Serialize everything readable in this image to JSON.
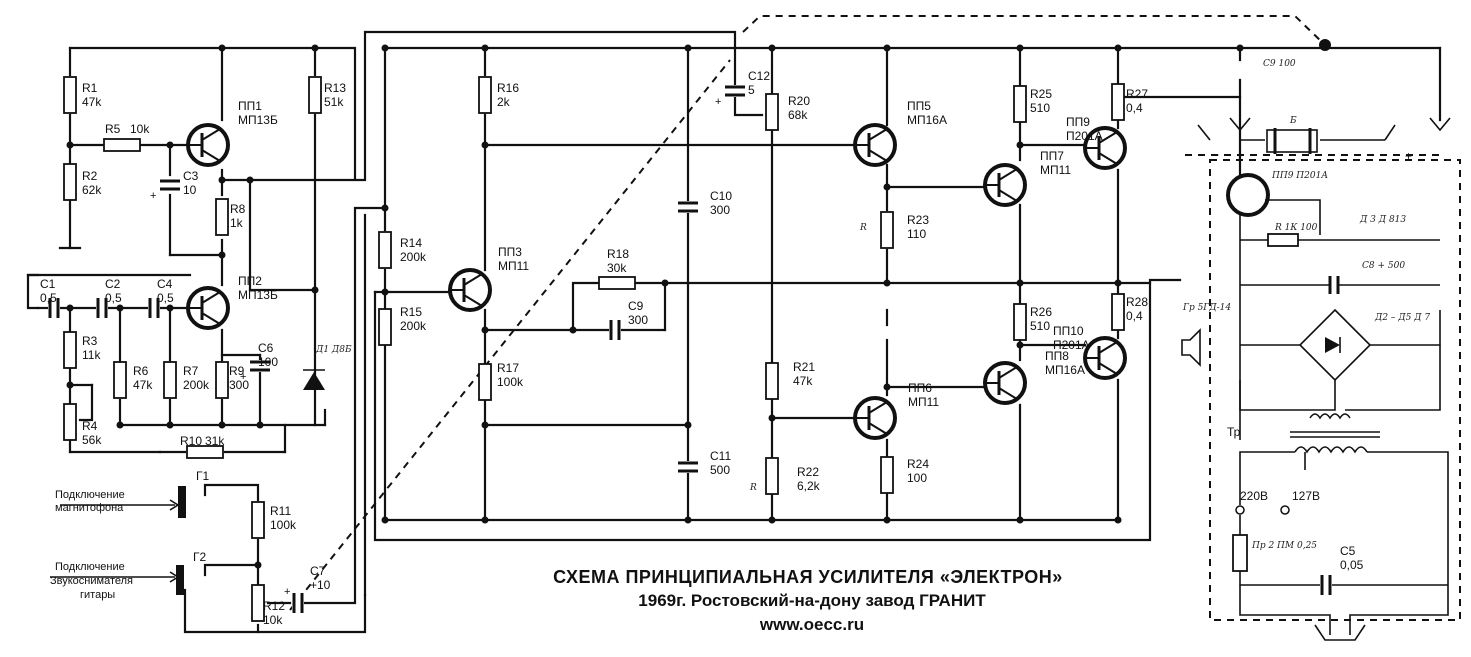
{
  "title": {
    "line1": "СХЕМА ПРИНЦИПИАЛЬНАЯ УСИЛИТЕЛЯ «ЭЛЕКТРОН»",
    "line2": "1969г. Ростовский-на-дону завод ГРАНИТ",
    "line3": "www.oecc.ru"
  },
  "inputs": {
    "tape": [
      "Подключение",
      "магнитофона"
    ],
    "guitar": [
      "Подключение",
      "Звукоснимателя",
      "гитары"
    ],
    "g1": "Г1",
    "g2": "Г2"
  },
  "transformer": {
    "label": "Тр",
    "tap220": "220В",
    "tap127": "127В"
  },
  "battery": {
    "minus": "-",
    "plus": "+"
  },
  "handwritten": {
    "c_top": "С9 100",
    "b_lbl": "Б",
    "t_psu": "ПП9 П201А",
    "r_psu": "R 1К 100",
    "d_psu": "Д 3 Д 813",
    "c_psu": "С8 + 500",
    "bridge": "Д2 – Д5 Д 7",
    "fuse": "Пр 2 ПМ 0,25",
    "speaker": "Гр 5ГД-14",
    "diode_left": "Д1 Д8Б",
    "pot_r23": "R",
    "pot_r22": "R"
  },
  "components": [
    {
      "id": "r1",
      "name": "R1",
      "value": "47k"
    },
    {
      "id": "r2",
      "name": "R2",
      "value": "62k"
    },
    {
      "id": "r5",
      "name": "R5",
      "value": "10k"
    },
    {
      "id": "pp1",
      "name": "ПП1",
      "value": "МП13Б"
    },
    {
      "id": "c3",
      "name": "C3",
      "value": "10"
    },
    {
      "id": "r8",
      "name": "R8",
      "value": "1k"
    },
    {
      "id": "r13",
      "name": "R13",
      "value": "51k"
    },
    {
      "id": "c1",
      "name": "C1",
      "value": "0,5"
    },
    {
      "id": "c2",
      "name": "C2",
      "value": "0,5"
    },
    {
      "id": "c4",
      "name": "C4",
      "value": "0,5"
    },
    {
      "id": "pp2",
      "name": "ПП2",
      "value": "МП13Б"
    },
    {
      "id": "r3",
      "name": "R3",
      "value": "11k"
    },
    {
      "id": "r4",
      "name": "R4",
      "value": "56k"
    },
    {
      "id": "r6",
      "name": "R6",
      "value": "47k"
    },
    {
      "id": "r7",
      "name": "R7",
      "value": "200k"
    },
    {
      "id": "r9",
      "name": "R9",
      "value": "300"
    },
    {
      "id": "c6",
      "name": "C6",
      "value": "100"
    },
    {
      "id": "r10",
      "name": "R10",
      "value": "31k"
    },
    {
      "id": "r11",
      "name": "R11",
      "value": "100k"
    },
    {
      "id": "r12",
      "name": "R12",
      "value": "10k"
    },
    {
      "id": "c7",
      "name": "C7",
      "value": "+10"
    },
    {
      "id": "r14",
      "name": "R14",
      "value": "200k"
    },
    {
      "id": "r15",
      "name": "R15",
      "value": "200k"
    },
    {
      "id": "pp3",
      "name": "ПП3",
      "value": "МП11"
    },
    {
      "id": "r16",
      "name": "R16",
      "value": "2k"
    },
    {
      "id": "r17",
      "name": "R17",
      "value": "100k"
    },
    {
      "id": "r18",
      "name": "R18",
      "value": "30k"
    },
    {
      "id": "c9",
      "name": "C9",
      "value": "300"
    },
    {
      "id": "c10",
      "name": "C10",
      "value": "300"
    },
    {
      "id": "c11",
      "name": "C11",
      "value": "500"
    },
    {
      "id": "c12",
      "name": "C12",
      "value": "5"
    },
    {
      "id": "r20",
      "name": "R20",
      "value": "68k"
    },
    {
      "id": "r21",
      "name": "R21",
      "value": "47k"
    },
    {
      "id": "r22",
      "name": "R22",
      "value": "6,2k"
    },
    {
      "id": "pp5",
      "name": "ПП5",
      "value": "МП16А"
    },
    {
      "id": "r23",
      "name": "R23",
      "value": "110"
    },
    {
      "id": "pp6",
      "name": "ПП6",
      "value": "МП11"
    },
    {
      "id": "r24",
      "name": "R24",
      "value": "100"
    },
    {
      "id": "r25",
      "name": "R25",
      "value": "510"
    },
    {
      "id": "pp7",
      "name": "ПП7",
      "value": "МП11"
    },
    {
      "id": "r26",
      "name": "R26",
      "value": "510"
    },
    {
      "id": "pp8",
      "name": "ПП8",
      "value": "МП16А"
    },
    {
      "id": "pp9",
      "name": "ПП9",
      "value": "П201А"
    },
    {
      "id": "pp10",
      "name": "ПП10",
      "value": "П201А"
    },
    {
      "id": "r27",
      "name": "R27",
      "value": "0,4"
    },
    {
      "id": "r28",
      "name": "R28",
      "value": "0,4"
    },
    {
      "id": "c5",
      "name": "C5",
      "value": "0,05"
    }
  ]
}
